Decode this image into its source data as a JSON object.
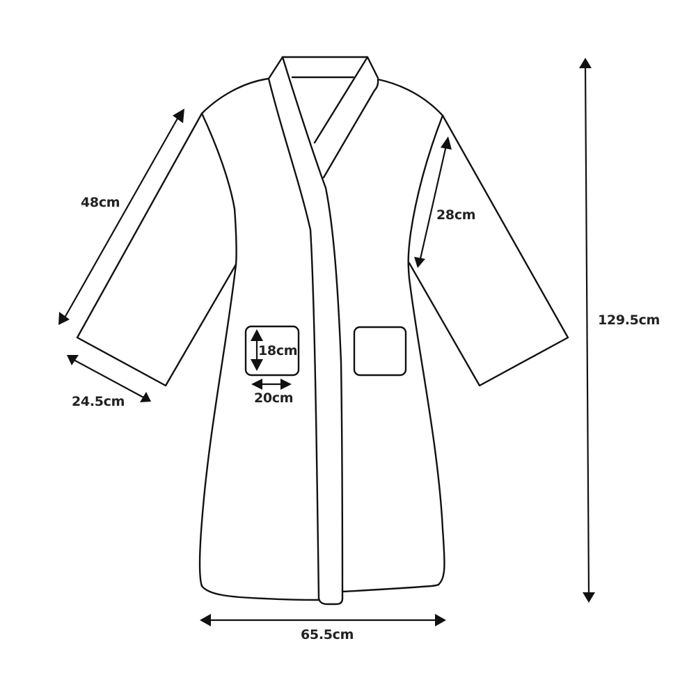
{
  "diagram": {
    "subject": "Kimono-style bathrobe size chart",
    "stroke_color": "#111111",
    "label_color": "#222222",
    "background": "#ffffff"
  },
  "measurements": {
    "sleeve_length": {
      "label": "48cm",
      "description": "Sleeve length (shoulder to cuff, outer edge)"
    },
    "cuff_width": {
      "label": "24.5cm",
      "description": "Sleeve cuff opening width"
    },
    "armhole_depth": {
      "label": "28cm",
      "description": "Armhole depth"
    },
    "total_length": {
      "label": "129.5cm",
      "description": "Total robe length (collar to hem)"
    },
    "hem_width": {
      "label": "65.5cm",
      "description": "Width across the hem"
    },
    "pocket_height": {
      "label": "18cm",
      "description": "Pocket height"
    },
    "pocket_width": {
      "label": "20cm",
      "description": "Pocket width"
    }
  },
  "parts": [
    "collar",
    "left-lapel",
    "right-lapel",
    "left-sleeve",
    "right-sleeve",
    "body",
    "left-pocket",
    "right-pocket",
    "front-band"
  ]
}
